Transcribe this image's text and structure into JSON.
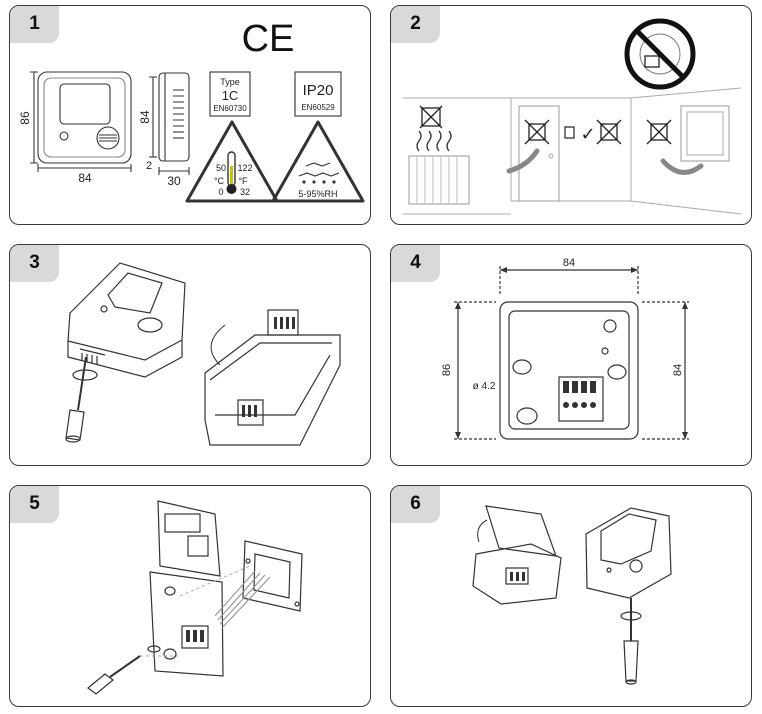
{
  "steps": [
    {
      "number": "1"
    },
    {
      "number": "2"
    },
    {
      "number": "3"
    },
    {
      "number": "4"
    },
    {
      "number": "5"
    },
    {
      "number": "6"
    }
  ],
  "step1": {
    "ce_mark": "CE",
    "front_height": "86",
    "front_width": "84",
    "side_height": "84",
    "side_depth": "30",
    "side_offset": "2",
    "type_label": "Type",
    "type_value": "1C",
    "type_standard": "EN60730",
    "ip_value": "IP20",
    "ip_standard": "EN60529",
    "temp_top_c": "50",
    "temp_top_f": "122",
    "temp_unit_c": "°C",
    "temp_unit_f": "°F",
    "temp_bottom_c": "0",
    "temp_bottom_f": "32",
    "humidity": "5-95%RH"
  },
  "step2": {
    "check_mark": "✓"
  },
  "step4": {
    "width": "84",
    "height_left": "86",
    "height_right": "84",
    "hole_diameter": "ø 4.2"
  },
  "icons": {
    "no_sun": "no-direct-sunlight-icon",
    "no_heat": "no-heat-source-icon",
    "no_door": "no-door-placement-icon",
    "no_window": "no-window-placement-icon"
  },
  "colors": {
    "panel_border": "#3a3a3a",
    "tab_fill": "#d9d9d9",
    "thermometer_fill": "#c8c400",
    "line": "#333333"
  }
}
